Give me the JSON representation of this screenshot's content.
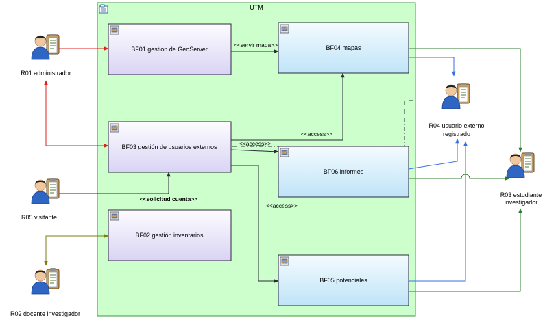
{
  "system": {
    "title": "UTM"
  },
  "boxes": {
    "bf01": "BF01 gestion de GeoServer",
    "bf04": "BF04 mapas",
    "bf03": "BF03 gestión de usuarios externos",
    "bf06": "BF06 informes",
    "bf02": "BF02 gestión inventarios",
    "bf05": "BF05 potenciales"
  },
  "actors": {
    "r01": "R01 administrador",
    "r05": "R05 visitante",
    "r02": "R02 docente investigador",
    "r04_line1": "R04 usuario externo",
    "r04_line2": "registrado",
    "r03_line1": "R03 estudiante",
    "r03_line2": "investigador"
  },
  "connectors": {
    "servir_mapa": "<<servir mapa>>",
    "access_bf04": "<<access>>",
    "access_bf06": "<<access>>",
    "access_bf05": "<<access>>",
    "solicitud_cuenta": "<<solicitud cuenta>>"
  },
  "colors": {
    "system_fill": "#ccffcc",
    "system_border": "#3c9a3c",
    "red": "#e02020",
    "green": "#2e7d2e",
    "blue": "#3a6fe0",
    "olive": "#7d7d10",
    "dark": "#2b2b3a"
  }
}
